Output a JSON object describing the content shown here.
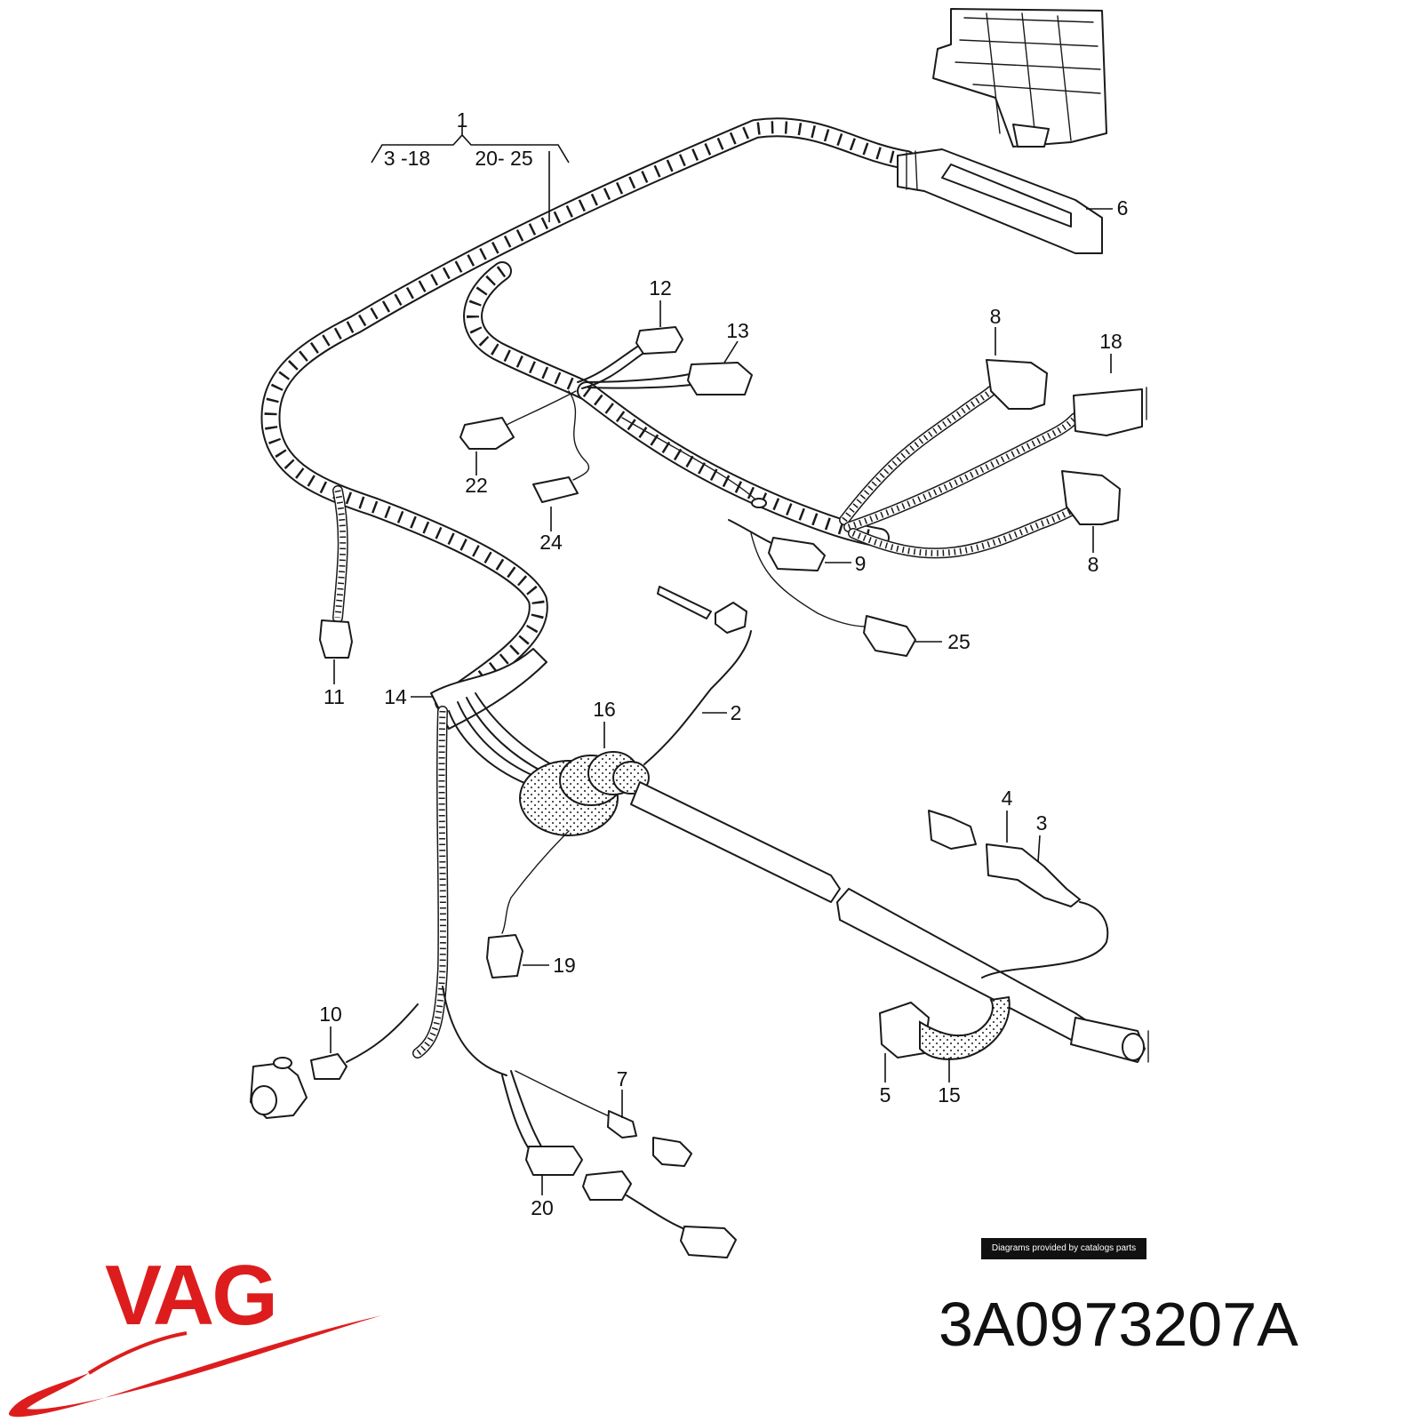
{
  "diagram": {
    "group_label": "1",
    "range_left": "3 -18",
    "range_right": "20- 25",
    "callouts": [
      {
        "key": "c2",
        "text": "2"
      },
      {
        "key": "c3",
        "text": "3"
      },
      {
        "key": "c4",
        "text": "4"
      },
      {
        "key": "c5",
        "text": "5"
      },
      {
        "key": "c6",
        "text": "6"
      },
      {
        "key": "c7",
        "text": "7"
      },
      {
        "key": "c8a",
        "text": "8"
      },
      {
        "key": "c8b",
        "text": "8"
      },
      {
        "key": "c9",
        "text": "9"
      },
      {
        "key": "c10",
        "text": "10"
      },
      {
        "key": "c11",
        "text": "11"
      },
      {
        "key": "c12",
        "text": "12"
      },
      {
        "key": "c13",
        "text": "13"
      },
      {
        "key": "c14",
        "text": "14"
      },
      {
        "key": "c15",
        "text": "15"
      },
      {
        "key": "c16",
        "text": "16"
      },
      {
        "key": "c18",
        "text": "18"
      },
      {
        "key": "c19",
        "text": "19"
      },
      {
        "key": "c20",
        "text": "20"
      },
      {
        "key": "c22",
        "text": "22"
      },
      {
        "key": "c24",
        "text": "24"
      },
      {
        "key": "c25",
        "text": "25"
      }
    ]
  },
  "credit": "Diagrams provided by catalogs parts",
  "brand": {
    "logo_text": "VAG",
    "color": "#dd1d1d"
  },
  "part_number": "3A0973207A"
}
